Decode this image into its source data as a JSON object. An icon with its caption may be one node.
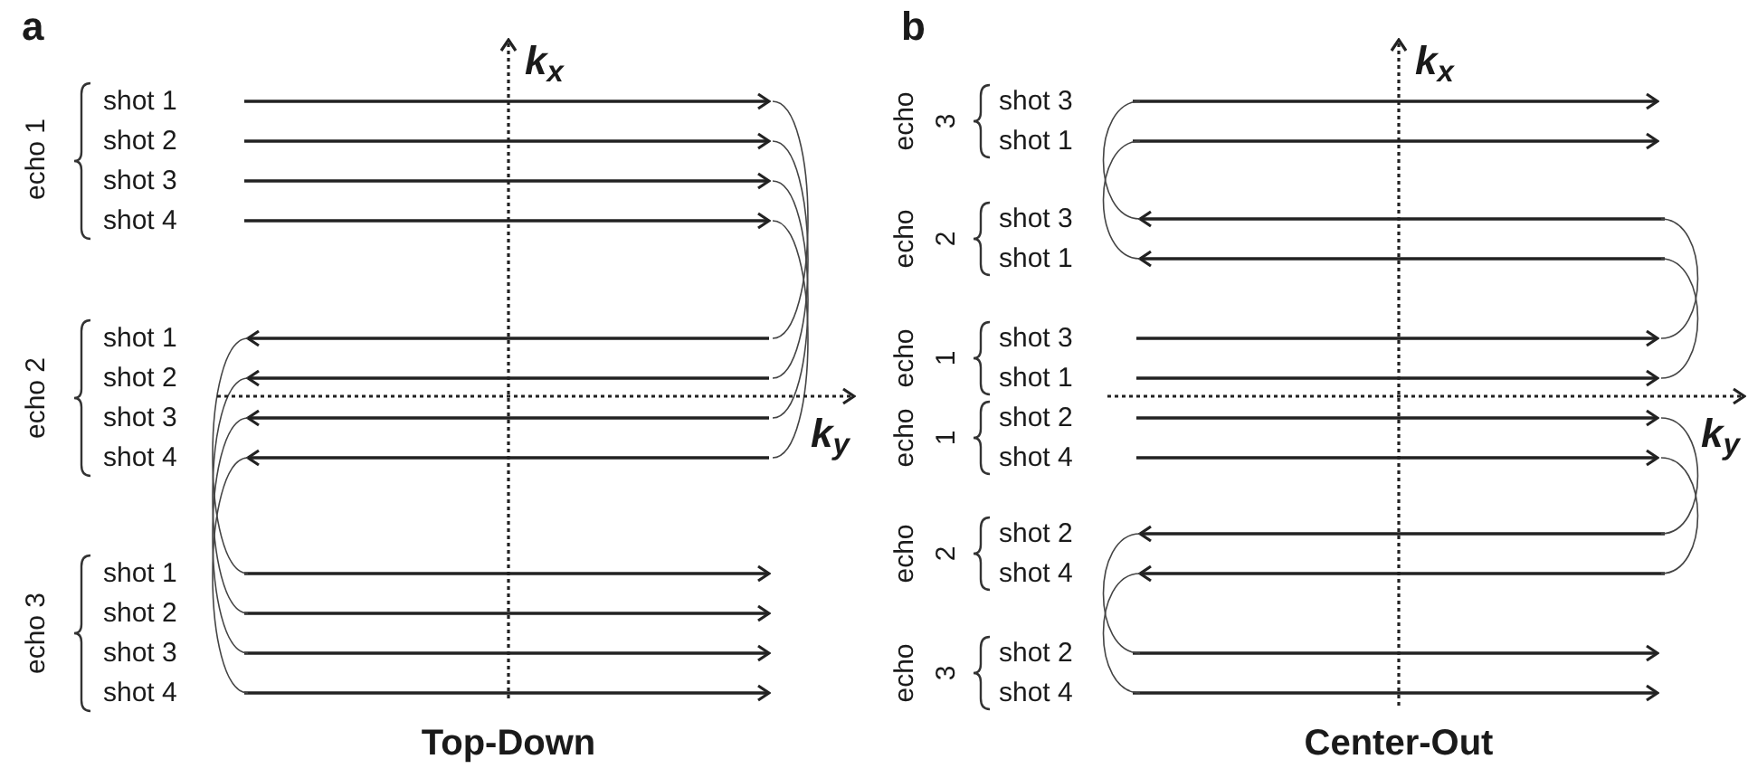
{
  "diagram": {
    "labels": [
      "a",
      "k$_{x}$",
      "echo 1",
      "shot 1",
      "shot 2",
      "shot 3",
      "shot 4",
      "echo 2",
      "shot 1",
      "shot 2",
      "shot 3",
      "shot 4",
      "k$_{y}$",
      "echo 3",
      "shot 1",
      "shot 2",
      "shot 3",
      "shot 4",
      "Top-Down",
      "b",
      "k$_{x}$",
      "echo",
      "3",
      "shot 3",
      "shot 1",
      "echo",
      "2",
      "shot 3",
      "shot 1",
      "echo",
      "1",
      "shot 3",
      "shot 1",
      "k$_{y}$",
      "echo",
      "1",
      "shot 2",
      "shot 4",
      "echo",
      "2",
      "shot 2",
      "shot 4",
      "echo",
      "3",
      "shot 2",
      "shot 4",
      "Center-Out"
    ]
  }
}
